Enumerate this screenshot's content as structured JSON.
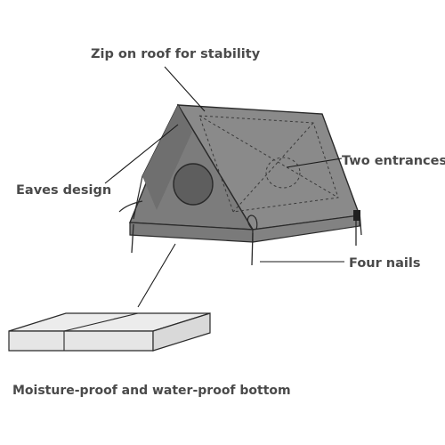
{
  "labels": {
    "roof_zip": "Zip on roof for stability",
    "eaves": "Eaves design",
    "entrances": "Two entrances",
    "nails": "Four nails",
    "bottom": "Moisture-proof and water-proof bottom"
  },
  "colors": {
    "tent_fill": "#8a8a8a",
    "tent_dark": "#6f6f6f",
    "outline": "#2a2a2a",
    "label_text": "#4a4a4a",
    "mat_fill": "#ececec"
  }
}
